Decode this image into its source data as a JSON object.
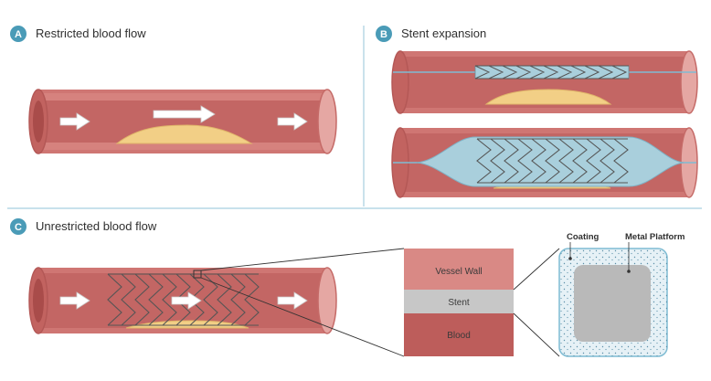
{
  "panels": {
    "a": {
      "badge": "A",
      "title": "Restricted blood flow"
    },
    "b": {
      "badge": "B",
      "title": "Stent expansion"
    },
    "c": {
      "badge": "C",
      "title": "Unrestricted blood flow"
    }
  },
  "cross_section": {
    "layers": [
      "Vessel Wall",
      "Stent",
      "Blood"
    ]
  },
  "strut_detail": {
    "coating_label": "Coating",
    "platform_label": "Metal Platform"
  },
  "colors": {
    "badge": "#4a9bb7",
    "vessel_wall": "#d37b78",
    "vessel_lumen": "#b95c5a",
    "plaque": "#f2cf86",
    "balloon": "#a9cfdc",
    "stent_line": "#5b5b5b",
    "divider": "#a6cfe0"
  }
}
